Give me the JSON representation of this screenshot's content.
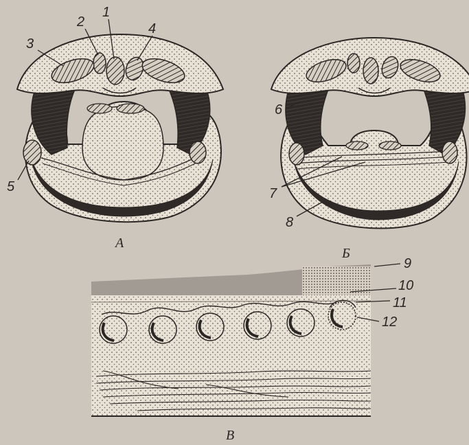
{
  "figure": {
    "panels": [
      {
        "id": "A",
        "label": "А"
      },
      {
        "id": "B",
        "label": "Б"
      },
      {
        "id": "C",
        "label": "В"
      }
    ],
    "callouts": [
      "1",
      "2",
      "3",
      "4",
      "5",
      "6",
      "7",
      "8",
      "9",
      "10",
      "11",
      "12"
    ]
  }
}
